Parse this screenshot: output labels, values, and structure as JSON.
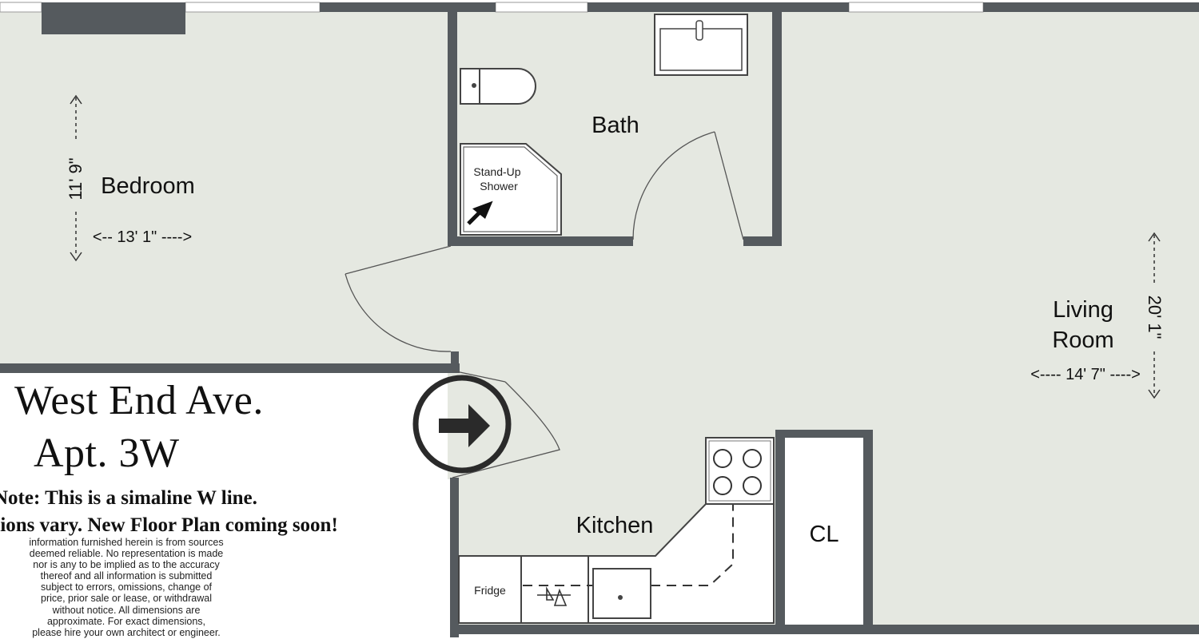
{
  "rooms": {
    "bedroom": {
      "label": "Bedroom",
      "dim_vertical": "11' 9\"",
      "dim_horizontal": "<-- 13' 1\" ---->"
    },
    "bath": {
      "label": "Bath",
      "shower_line1": "Stand-Up",
      "shower_line2": "Shower"
    },
    "living": {
      "label_line1": "Living",
      "label_line2": "Room",
      "dim_vertical": "20' 1\"",
      "dim_horizontal": "<---- 14' 7\" ---->"
    },
    "kitchen": {
      "label": "Kitchen",
      "fridge": "Fridge"
    },
    "closet": {
      "label": "CL"
    }
  },
  "address": {
    "line1": "West End Ave.",
    "line2": "Apt. 3W"
  },
  "notes": {
    "line1": "Note: This is a simaline W line.",
    "line2": "tions vary. New Floor Plan coming soon!",
    "disclaimer": "information furnished herein is from sources\ndeemed reliable. No representation is made\nnor is any to be implied as to the accuracy\nthereof and all information is submitted\nsubject to errors, omissions, change of\nprice, prior sale or lease, or withdrawal\nwithout notice. All dimensions are\napproximate. For exact dimensions,\nplease hire your own architect or engineer."
  },
  "colors": {
    "floor": "#e5e8e1",
    "wall": "#555a5e",
    "line": "#4d4d4d",
    "paper": "#ffffff"
  }
}
